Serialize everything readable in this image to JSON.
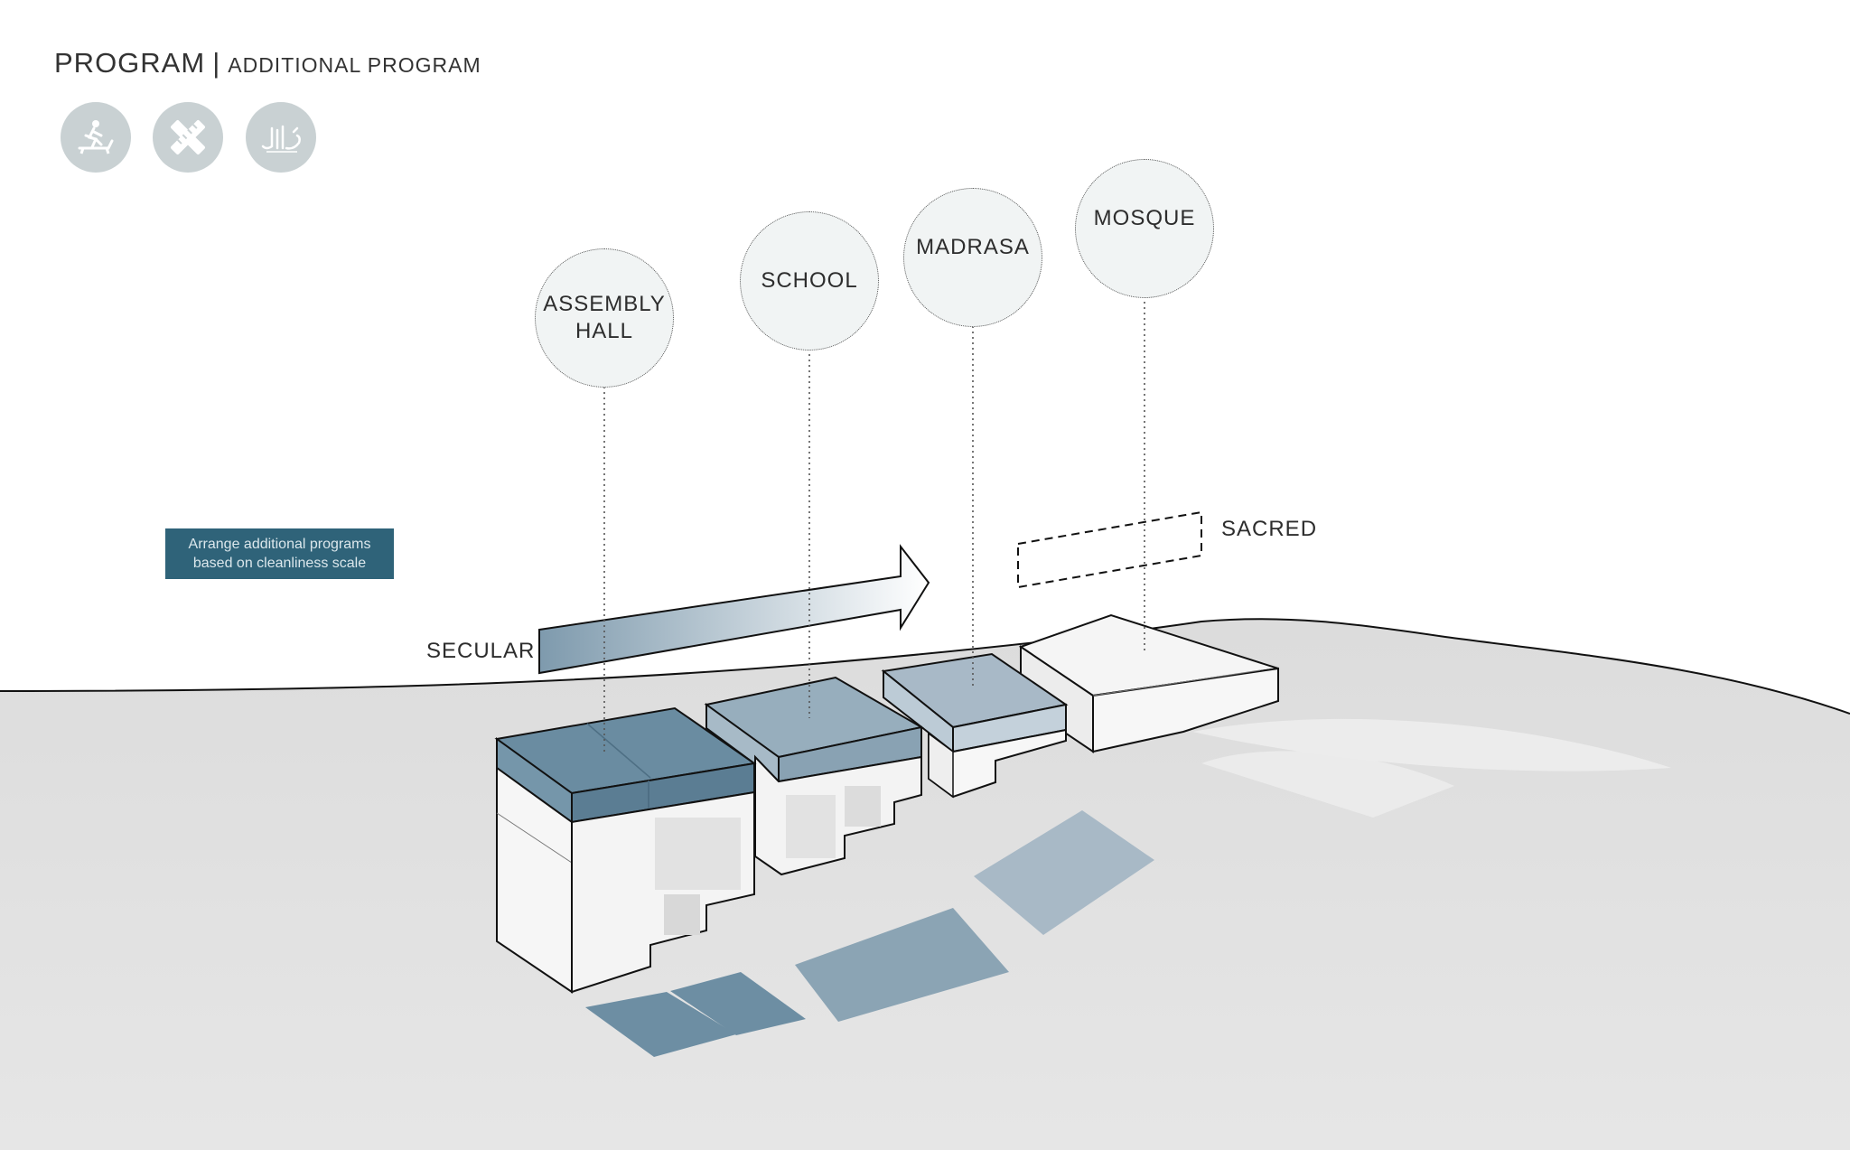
{
  "header": {
    "title": "PROGRAM",
    "separator": "|",
    "subtitle": "ADDITIONAL PROGRAM"
  },
  "icons": [
    {
      "name": "treadmill-icon"
    },
    {
      "name": "ruler-pencil-icon"
    },
    {
      "name": "calligraphy-icon"
    }
  ],
  "bubbles": {
    "assembly_line1": "ASSEMBLY",
    "assembly_line2": "HALL",
    "school": "SCHOOL",
    "madrasa": "MADRASA",
    "mosque": "MOSQUE"
  },
  "note": {
    "line1": "Arrange additional programs",
    "line2": "based on cleanliness scale"
  },
  "scale": {
    "start": "SECULAR",
    "end": "SACRED"
  },
  "colors": {
    "roof_dark": "#5e8197",
    "roof_mid": "#8fa7b7",
    "roof_light": "#a9bccb",
    "note_bg": "#2f6379",
    "icon_bg": "#c9d1d3",
    "terrain": "#e3e3e3"
  }
}
